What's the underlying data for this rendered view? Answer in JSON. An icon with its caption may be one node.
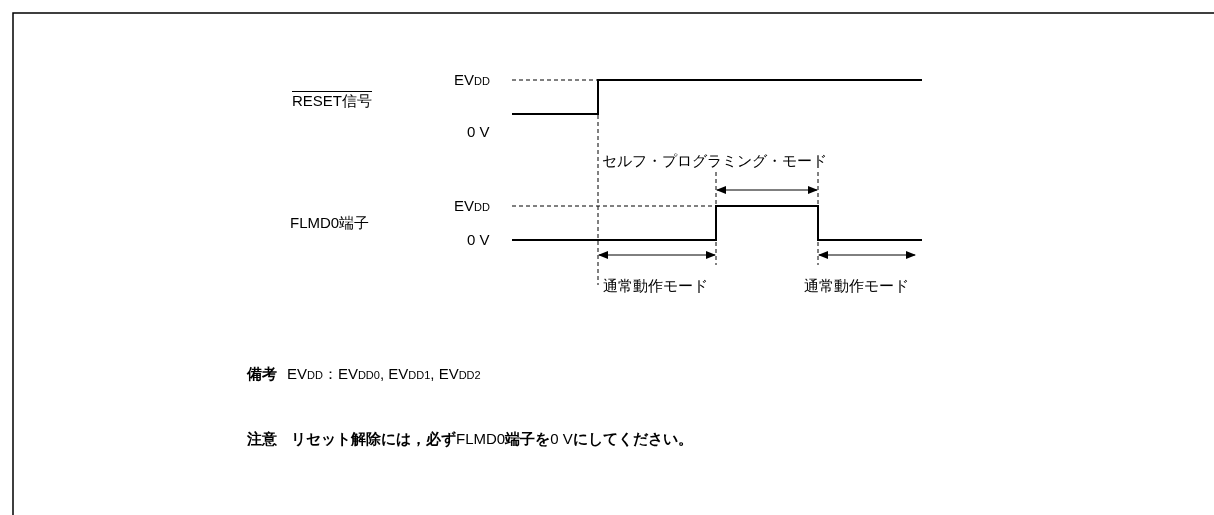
{
  "diagram": {
    "labels": [
      "EV$_{DD}$",
      "RESET信号",
      "0 V",
      "セルフ・プログラミング・モード",
      "EV$_{DD}$",
      "FLMD0端子",
      "0 V",
      "通常動作モード",
      "通常動作モード",
      "備考",
      "EV$_{DD}$：EV$_{DD0}$, EV$_{DD1}$, EV$_{DD2}$",
      "注意",
      "**リセット解除には，必ず**FLMD0**端子を**0 V**にしてください。**"
    ]
  }
}
